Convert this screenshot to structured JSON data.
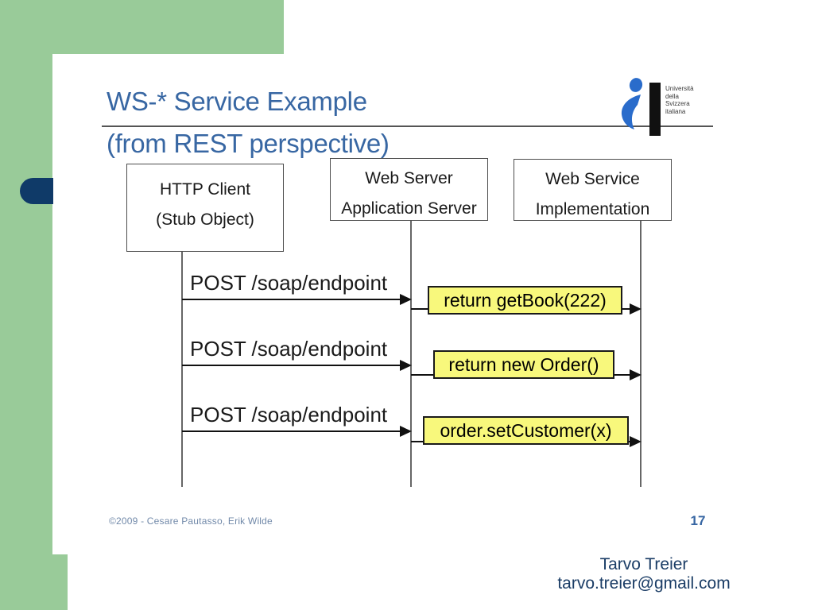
{
  "colors": {
    "frame-green": "#99CB99",
    "pill-navy": "#0F3A68",
    "title-blue": "#3867A3",
    "rule-gray": "#555555",
    "box-border-gray": "#4d4d4d",
    "lifeline-gray": "#666666",
    "arrow-black": "#111111",
    "note-yellow": "#F8F87C",
    "note-border": "#1a1a1a",
    "footer-blue": "#7189A9",
    "page-number-blue": "#3766A3",
    "contact-navy": "#1B3D66",
    "logo-blue": "#2A6CCB",
    "logo-bar-black": "#111111",
    "text-black": "#1a1a1a"
  },
  "header": {
    "title_line1": "WS-* Service Example",
    "title_line2": "(from REST perspective)"
  },
  "logo": {
    "lines": [
      "Università",
      "della",
      "Svizzera",
      "italiana"
    ]
  },
  "diagram": {
    "actors": [
      {
        "line1": "HTTP Client",
        "line2": "(Stub Object)"
      },
      {
        "line1": "Web Server",
        "line2": "Application Server"
      },
      {
        "line1": "Web Service",
        "line2": "Implementation"
      }
    ],
    "messages": [
      {
        "label": "POST /soap/endpoint",
        "note": "return getBook(222)"
      },
      {
        "label": "POST /soap/endpoint",
        "note": "return new Order()"
      },
      {
        "label": "POST /soap/endpoint",
        "note": "order.setCustomer(x)"
      }
    ]
  },
  "footer": {
    "copyright": "©2009 - Cesare Pautasso, Erik Wilde",
    "page_number": "17"
  },
  "contact": {
    "name": "Tarvo Treier",
    "email": "tarvo.treier@gmail.com"
  }
}
